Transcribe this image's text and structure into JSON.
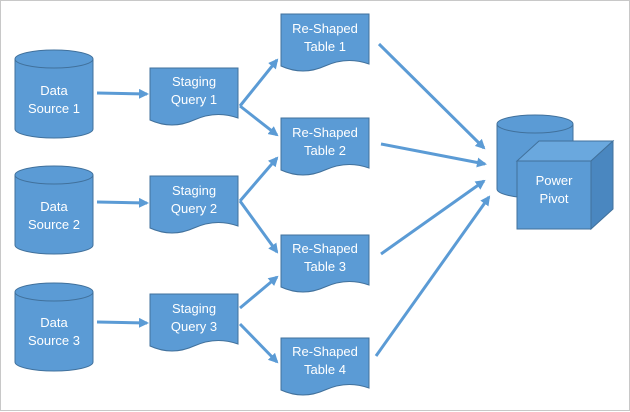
{
  "colors": {
    "shape_fill": "#5b9bd5",
    "shape_stroke": "#41719c",
    "arrow": "#5b9bd5",
    "cube_side": "#4a87c0",
    "cube_top": "#6aa8de",
    "text": "#ffffff"
  },
  "data_sources": [
    {
      "line1": "Data",
      "line2": "Source 1"
    },
    {
      "line1": "Data",
      "line2": "Source 2"
    },
    {
      "line1": "Data",
      "line2": "Source 3"
    }
  ],
  "staging_queries": [
    {
      "line1": "Staging",
      "line2": "Query 1"
    },
    {
      "line1": "Staging",
      "line2": "Query 2"
    },
    {
      "line1": "Staging",
      "line2": "Query 3"
    }
  ],
  "reshaped_tables": [
    {
      "line1": "Re-Shaped",
      "line2": "Table 1"
    },
    {
      "line1": "Re-Shaped",
      "line2": "Table 2"
    },
    {
      "line1": "Re-Shaped",
      "line2": "Table 3"
    },
    {
      "line1": "Re-Shaped",
      "line2": "Table 4"
    }
  ],
  "power_pivot": {
    "line1": "Power",
    "line2": "Pivot"
  }
}
